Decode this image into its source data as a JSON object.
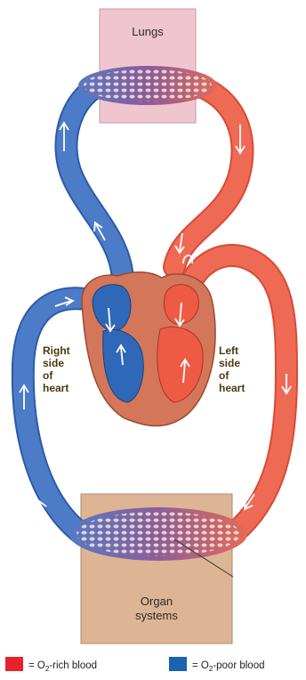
{
  "boxes": {
    "lungs": "Lungs",
    "organ_line1": "Organ",
    "organ_line2": "systems"
  },
  "labels": {
    "right": [
      "Right",
      "side",
      "of",
      "heart"
    ],
    "left": [
      "Left",
      "side",
      "of",
      "heart"
    ]
  },
  "legend": {
    "rich_prefix": "= O",
    "rich_sub": "2",
    "rich_suffix": "-rich blood",
    "poor_prefix": "= O",
    "poor_sub": "2",
    "poor_suffix": "-poor blood"
  },
  "colors": {
    "oxygen_rich": "#e8212b",
    "oxygen_poor": "#1a63b0",
    "vessel_red": "#ef6a55",
    "vessel_blue": "#4c7cc8",
    "lungs_box": "#efc5cf",
    "organ_box": "#ddb594",
    "heart_muscle": "#d4765a"
  }
}
